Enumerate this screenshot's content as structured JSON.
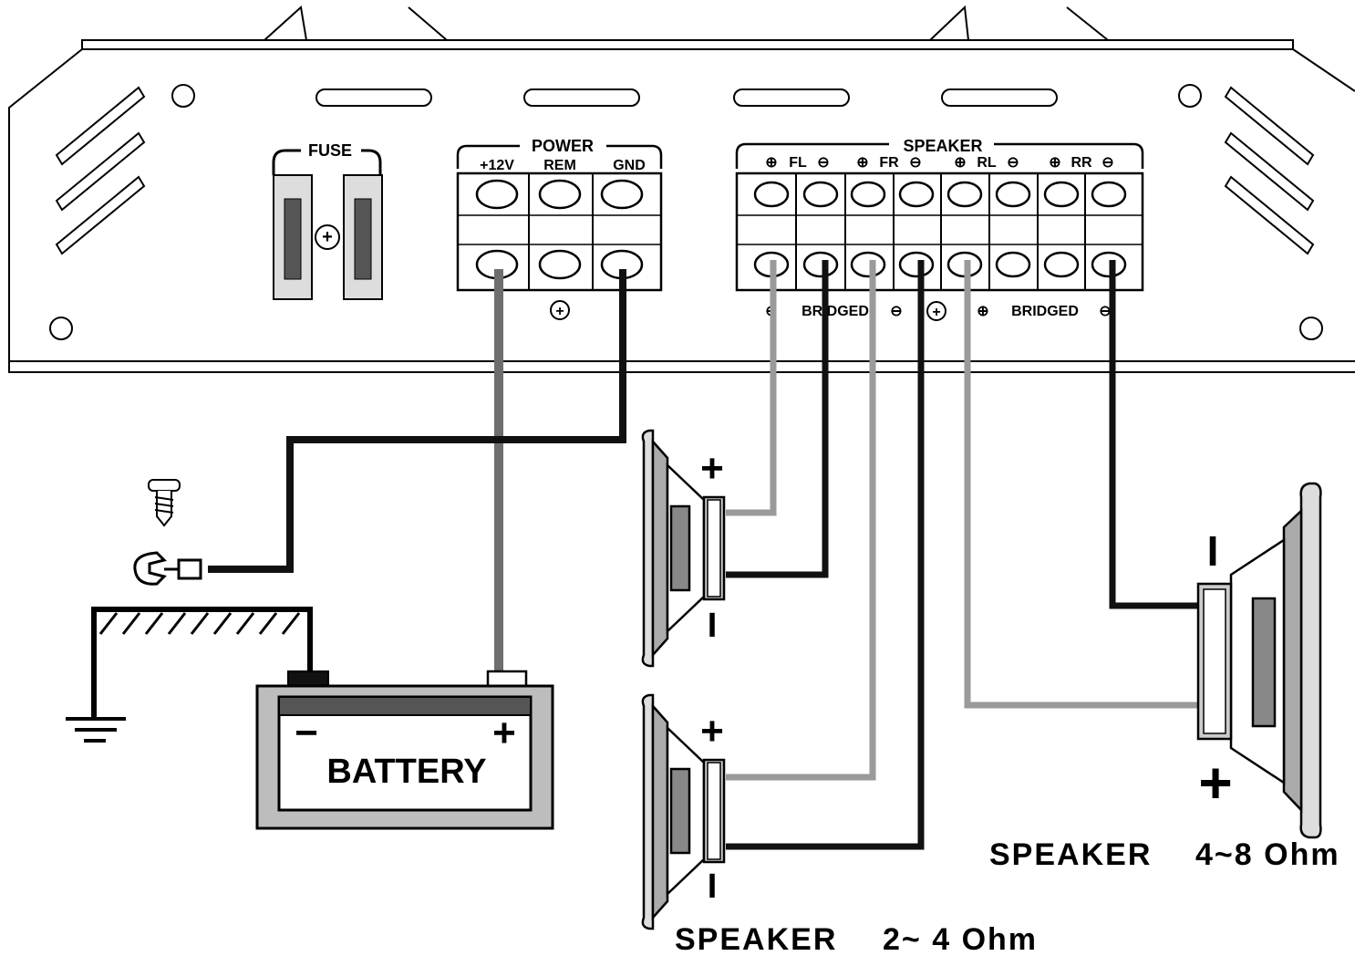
{
  "fuse": {
    "label": "FUSE"
  },
  "power": {
    "header": "POWER",
    "terminals": [
      "+12V",
      "REM",
      "GND"
    ]
  },
  "speaker_block": {
    "header": "SPEAKER",
    "channels": [
      "FL",
      "FR",
      "RL",
      "RR"
    ],
    "bridged_labels": [
      "BRIDGED",
      "BRIDGED"
    ]
  },
  "battery": {
    "label": "BATTERY",
    "neg": "−",
    "pos": "+"
  },
  "speaker_small": {
    "label": "SPEAKER",
    "impedance": "2~ 4 Ohm"
  },
  "speaker_large": {
    "label": "SPEAKER",
    "impedance": "4~8 Ohm"
  },
  "polarity": {
    "plus": "+",
    "minus": "I"
  },
  "colors": {
    "wire_dark": "#111111",
    "wire_gray": "#9a9a9a",
    "wire_power": "#6e6e6e",
    "line": "#000000"
  }
}
